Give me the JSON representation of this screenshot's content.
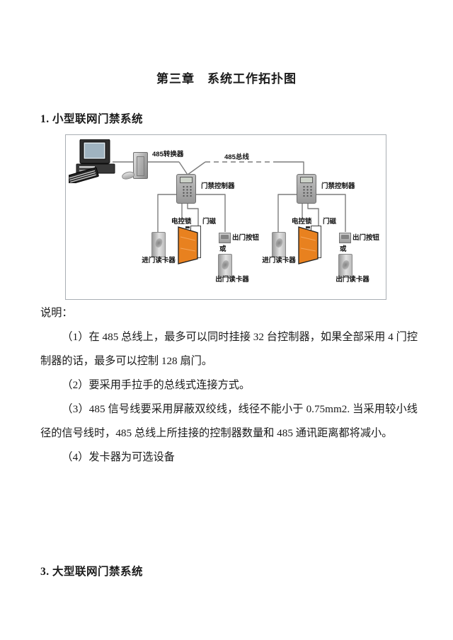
{
  "document": {
    "title": "第三章　系统工作拓扑图",
    "section_small_heading": "1. 小型联网门禁系统",
    "notes_label": "说明：",
    "notes": [
      "（1）在 485 总线上，最多可以同时挂接 32 台控制器，如果全部采用 4 门控制器的话，最多可以控制 128 扇门。",
      "（2）要采用手拉手的总线式连接方式。",
      "（3）485 信号线要采用屏蔽双绞线，线径不能小于 0.75mm2. 当采用较小线径的信号线时，485 总线上所挂接的控制器数量和 485 通讯距离都将减小。",
      "（4）发卡器为可选设备"
    ],
    "section_large_heading": "3. 大型联网门禁系统"
  },
  "diagram": {
    "labels": {
      "converter": "485转换器",
      "bus": "485总线",
      "controller": "门禁控制器",
      "electric_lock": "电控锁",
      "door_magnet": "门磁",
      "exit_button": "出门按钮",
      "or": "或",
      "entry_reader": "进门读卡器",
      "exit_reader": "出门读卡器"
    },
    "colors": {
      "door_orange": "#e8811f",
      "wire_gray": "#7d7d7d",
      "device_gray": "#b5b5b5",
      "border_gray": "#a9aeb4"
    }
  }
}
